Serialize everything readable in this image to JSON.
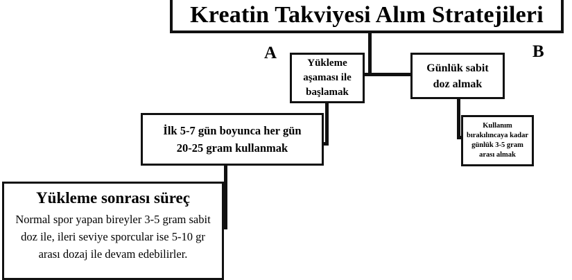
{
  "diagram": {
    "title": "Kreatin Takviyesi Alım Stratejileri",
    "branch_markers": {
      "a": "A",
      "b": "B"
    },
    "nodes": {
      "loading_start": "Yükleme\naşaması ile\nbaşlamak",
      "daily_fixed": "Günlük sabit\ndoz almak",
      "loading_detail": "İlk 5-7 gün boyunca her gün\n20-25 gram kullanmak",
      "daily_detail": "Kullanım\nbırakılıncaya kadar\ngünlük 3-5 gram\narası almak",
      "after_loading_heading": "Yükleme sonrası süreç",
      "after_loading_body": "Normal spor yapan bireyler 3-5 gram sabit doz ile, ileri seviye sporcular ise 5-10 gr arası dozaj ile devam edebilirler."
    },
    "colors": {
      "stroke": "#111111",
      "background": "#ffffff",
      "text": "#000000"
    }
  }
}
